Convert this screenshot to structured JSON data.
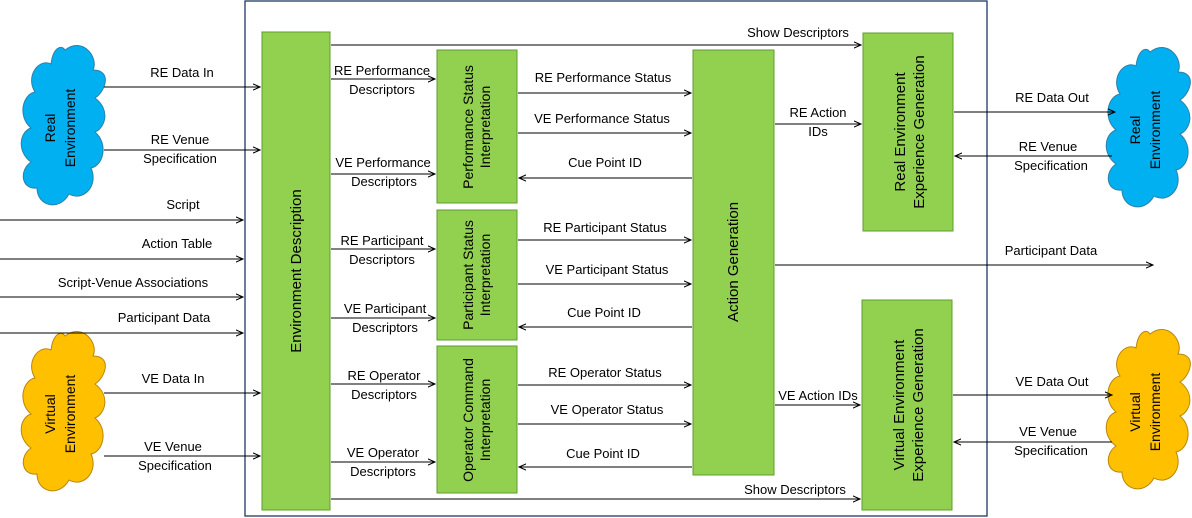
{
  "colors": {
    "green_box": "#92D050",
    "green_border": "#5E9E2E",
    "blue_cloud": "#00B0F0",
    "blue_cloud_border": "#2F7FA8",
    "yellow_cloud": "#FFC000",
    "yellow_cloud_border": "#B8860B",
    "frame_border": "#1F3864",
    "arrow": "#000000"
  },
  "clouds": {
    "real_left": [
      "Real",
      "Environment"
    ],
    "virtual_left": [
      "Virtual",
      "Environment"
    ],
    "real_right": [
      "Real",
      "Environment"
    ],
    "virtual_right": [
      "Virtual",
      "Environment"
    ]
  },
  "boxes": {
    "environment_description": "Environment Description",
    "performance_status": [
      "Performance Status",
      "Interpretation"
    ],
    "participant_status": [
      "Participant Status",
      "Interpretation"
    ],
    "operator_command": [
      "Operator Command",
      "Interpretation"
    ],
    "action_generation": "Action Generation",
    "real_experience": [
      "Real Environment",
      "Experience Generation"
    ],
    "virtual_experience": [
      "Virtual Environment",
      "Experience Generation"
    ]
  },
  "labels": {
    "re_data_in": "RE Data In",
    "re_venue_spec_in": [
      "RE Venue",
      "Specification"
    ],
    "script": "Script",
    "action_table": "Action Table",
    "script_venue": "Script-Venue Associations",
    "participant_data_in": "Participant Data",
    "ve_data_in": "VE  Data In",
    "ve_venue_spec_in": [
      "VE Venue",
      "Specification"
    ],
    "re_perf_desc": [
      "RE Performance",
      "Descriptors"
    ],
    "ve_perf_desc": [
      "VE Performance",
      "Descriptors"
    ],
    "re_part_desc": [
      "RE Participant",
      "Descriptors"
    ],
    "ve_part_desc": [
      "VE Participant",
      "Descriptors"
    ],
    "re_op_desc": [
      "RE Operator",
      "Descriptors"
    ],
    "ve_op_desc": [
      "VE Operator",
      "Descriptors"
    ],
    "re_perf_status": "RE Performance  Status",
    "ve_perf_status": "VE Performance  Status",
    "cue_point_1": "Cue Point ID",
    "re_part_status": "RE Participant Status",
    "ve_part_status": "VE Participant Status",
    "cue_point_2": "Cue Point ID",
    "re_op_status": "RE Operator Status",
    "ve_op_status": "VE Operator Status",
    "cue_point_3": "Cue Point ID",
    "show_desc_top": "Show Descriptors",
    "show_desc_bottom": "Show Descriptors",
    "re_action_ids": [
      "RE Action",
      "IDs"
    ],
    "ve_action_ids": "VE Action IDs",
    "participant_data_out": "Participant Data",
    "re_data_out": "RE Data Out",
    "re_venue_spec_out": [
      "RE Venue",
      "Specification"
    ],
    "ve_data_out": "VE Data Out",
    "ve_venue_spec_out": [
      "VE Venue",
      "Specification"
    ]
  }
}
